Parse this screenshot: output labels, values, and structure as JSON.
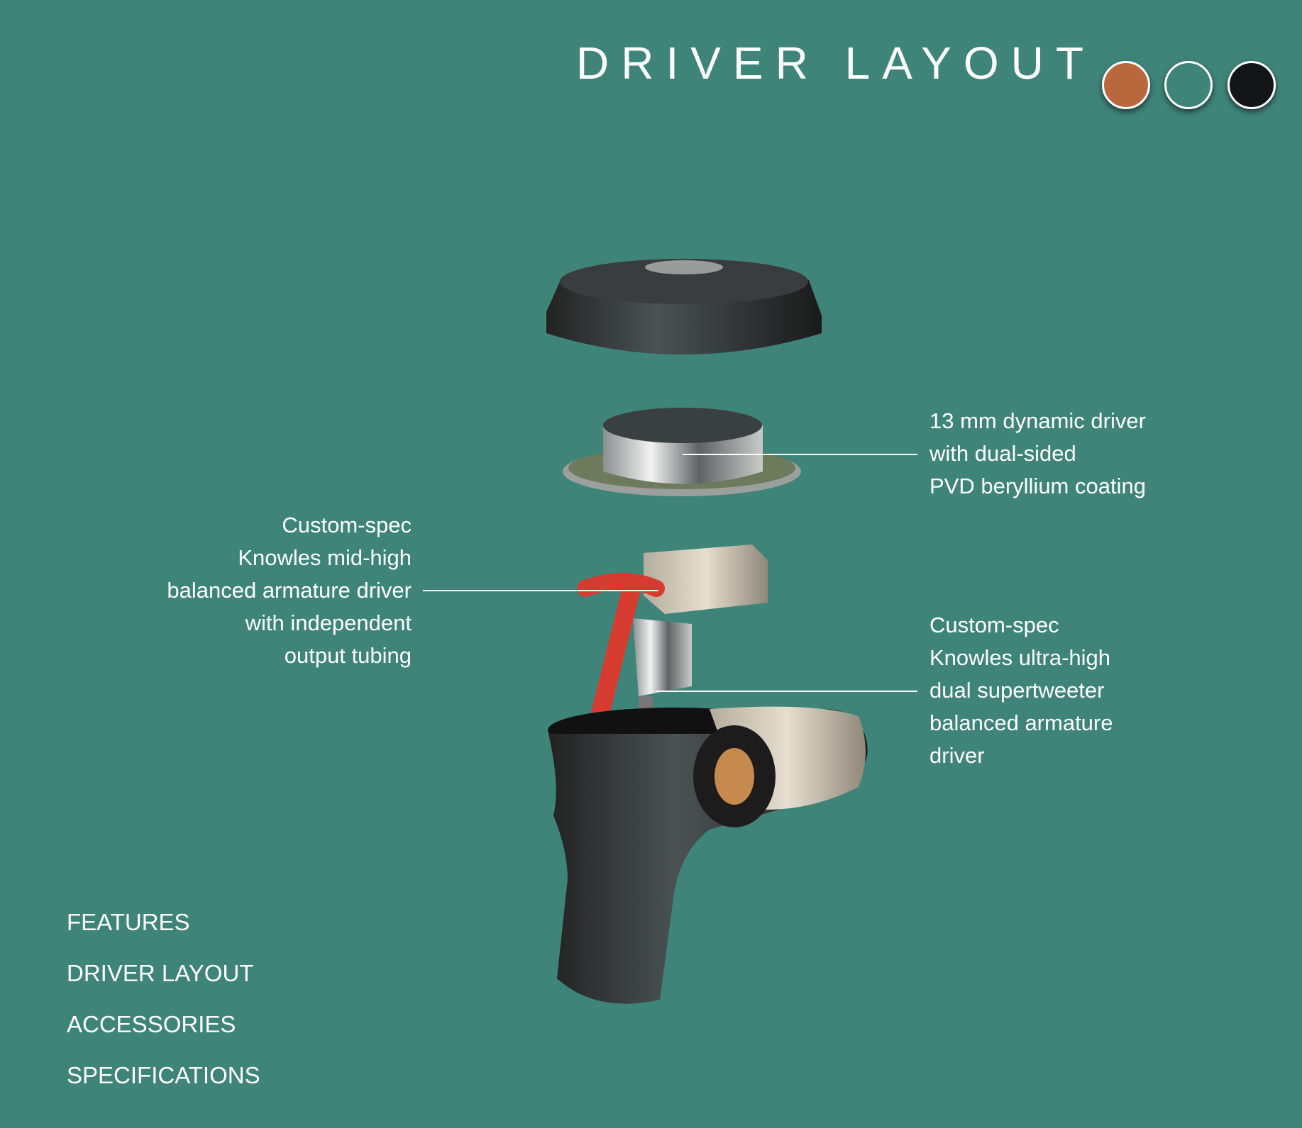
{
  "header": {
    "title": "DRIVER LAYOUT"
  },
  "color_options": [
    {
      "name": "copper",
      "color": "#b9683e"
    },
    {
      "name": "teal",
      "color": "#3f8478"
    },
    {
      "name": "black",
      "color": "#141517"
    }
  ],
  "callouts": {
    "dynamic_driver": [
      "13 mm dynamic driver",
      "with dual-sided",
      "PVD beryllium coating"
    ],
    "mid_high_ba": [
      "Custom-spec",
      "Knowles mid-high",
      "balanced armature driver",
      "with independent",
      "output tubing"
    ],
    "supertweeter": [
      "Custom-spec",
      "Knowles ultra-high",
      "dual supertweeter",
      "balanced armature",
      "driver"
    ]
  },
  "nav": {
    "items": [
      {
        "label": "FEATURES"
      },
      {
        "label": "DRIVER LAYOUT"
      },
      {
        "label": "ACCESSORIES"
      },
      {
        "label": "SPECIFICATIONS"
      }
    ]
  }
}
